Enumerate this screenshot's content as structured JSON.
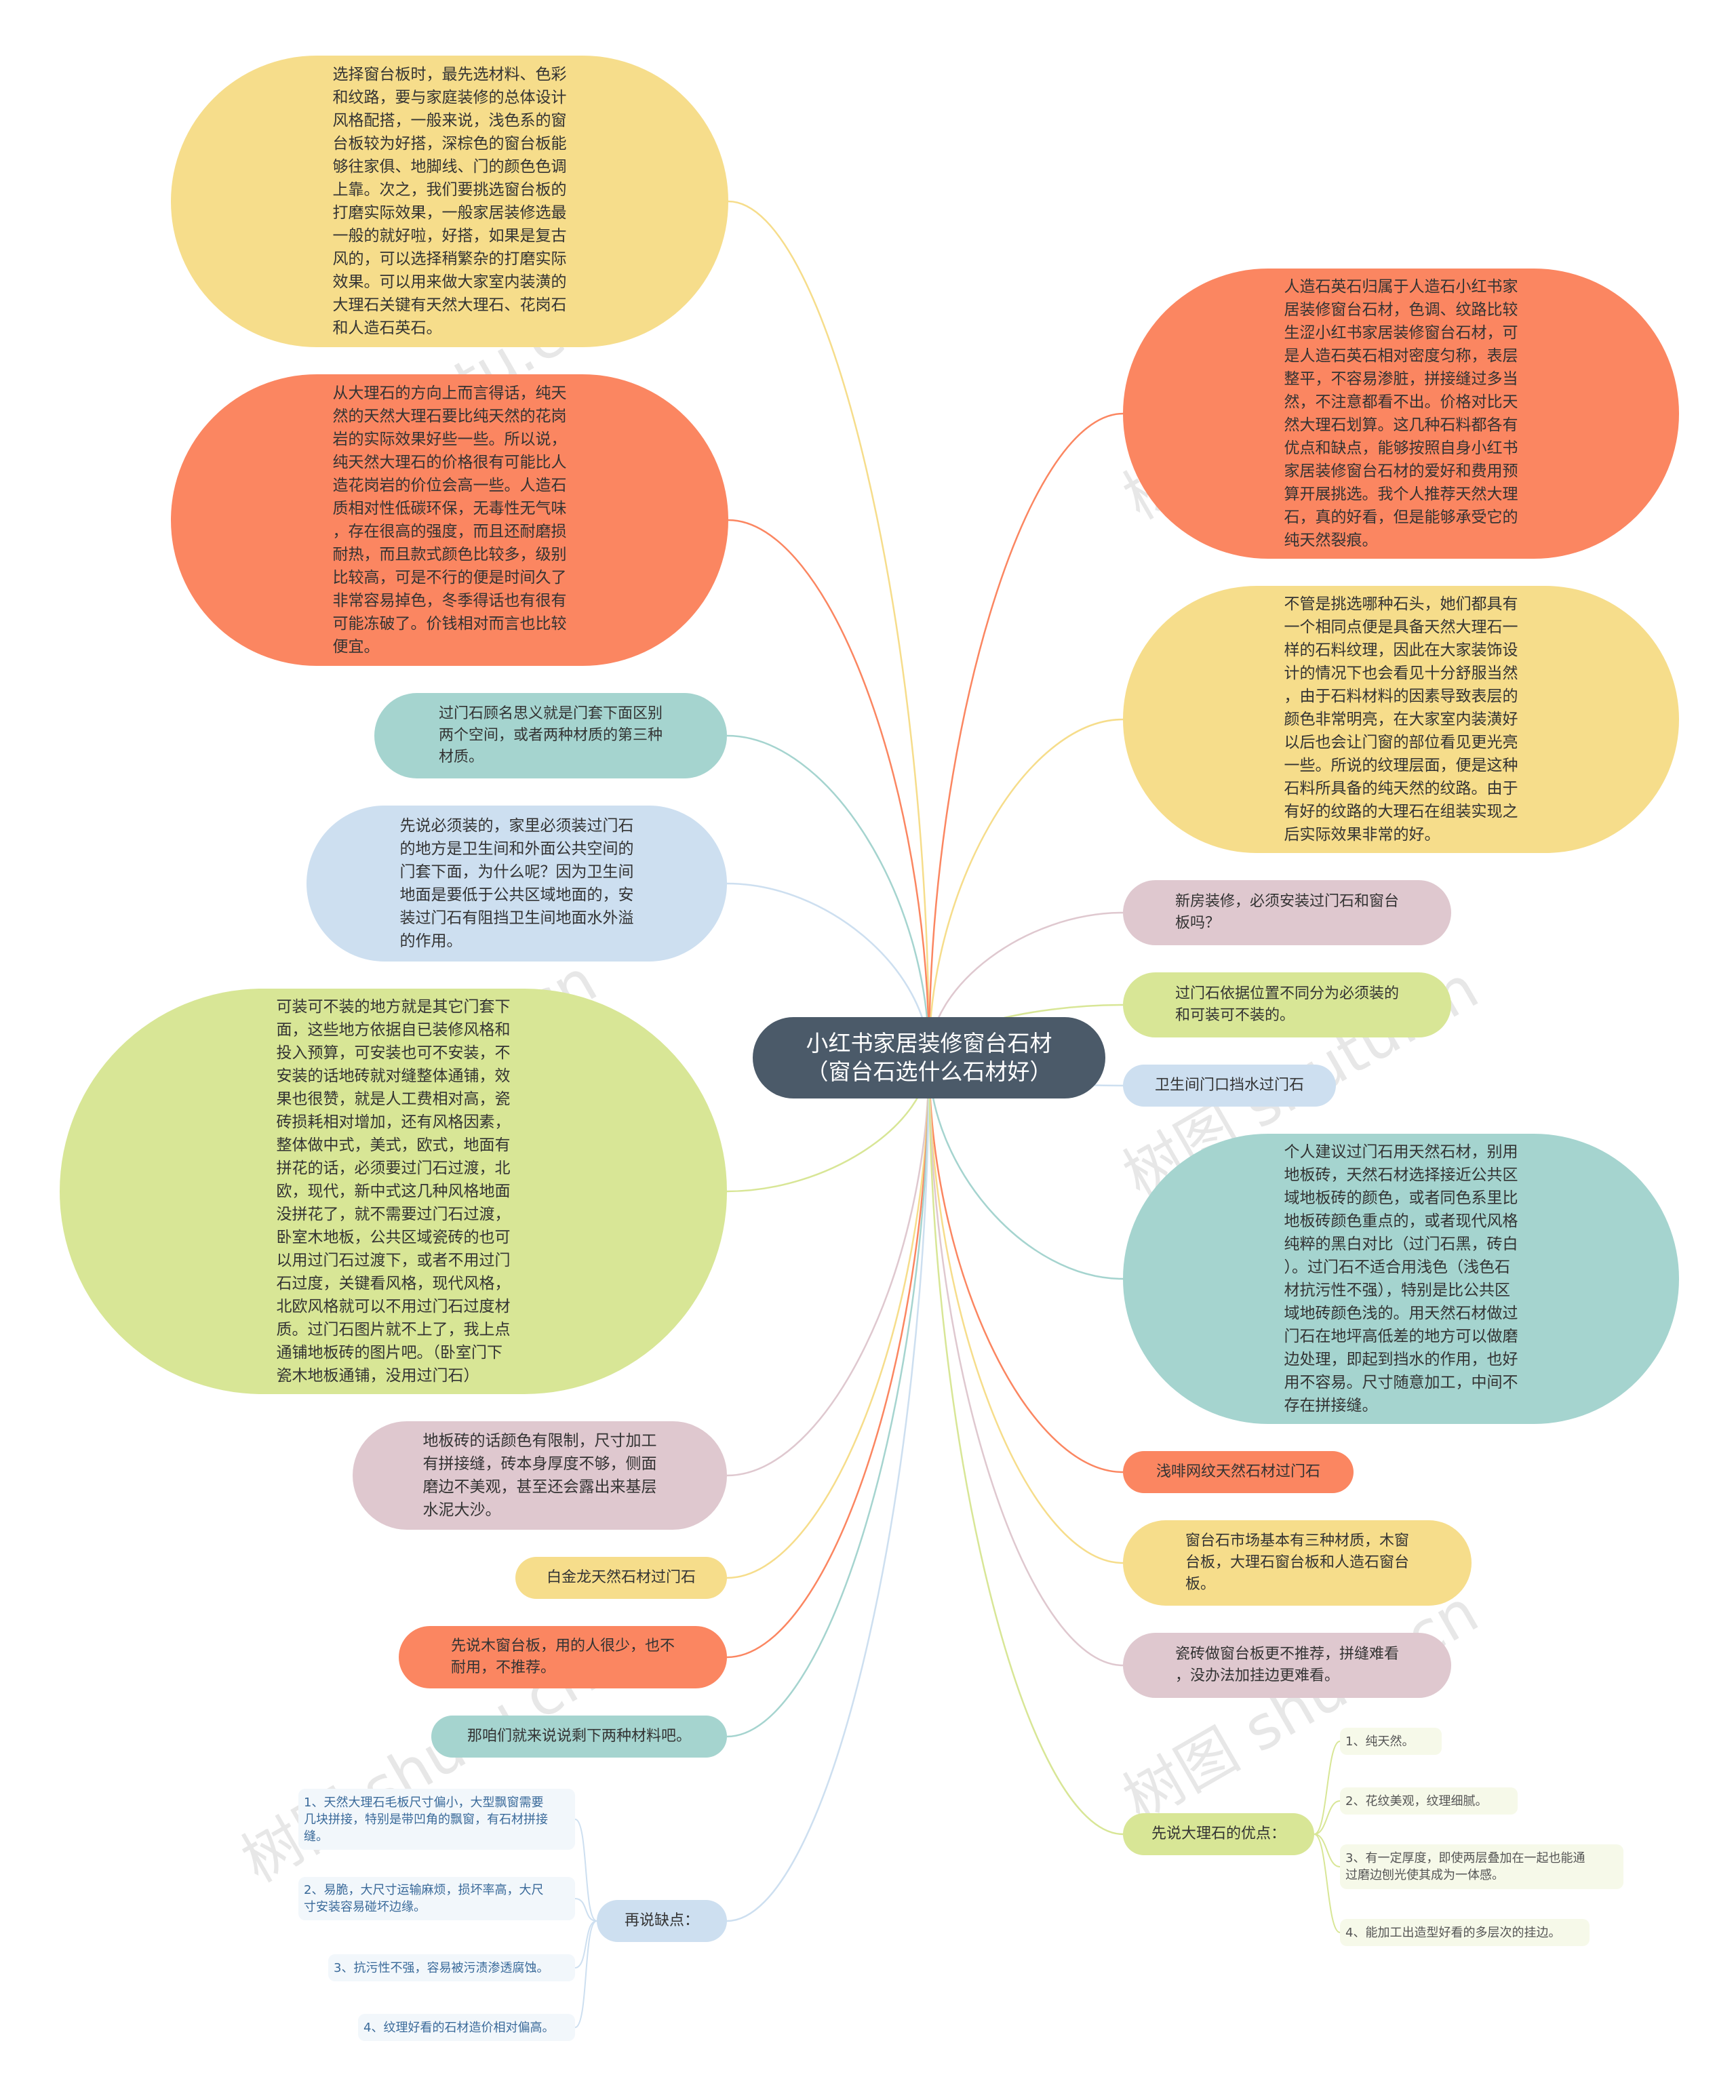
{
  "center": {
    "title": "小红书家居装修窗台石材\n（窗台石选什么石材好）",
    "color": "#4b5a69"
  },
  "left": [
    {
      "id": "L1",
      "text": "选择窗台板时，最先选材料、色彩\n和纹路，要与家庭装修的总体设计\n风格配搭，一般来说，浅色系的窗\n台板较为好搭，深棕色的窗台板能\n够往家俱、地脚线、门的颜色色调\n上靠。次之，我们要挑选窗台板的\n打磨实际效果，一般家居装修选最\n一般的就好啦，好搭，如果是复古\n风的，可以选择稍繁杂的打磨实际\n效果。可以用来做大家室内装潢的\n大理石关键有天然大理石、花岗石\n和人造石英石。",
      "color": "#f6dd8b"
    },
    {
      "id": "L2",
      "text": "从大理石的方向上而言得话，纯天\n然的天然大理石要比纯天然的花岗\n岩的实际效果好些一些。所以说，\n纯天然大理石的价格很有可能比人\n造花岗岩的价位会高一些。人造石\n质相对性低碳环保，无毒性无气味\n，存在很高的强度，而且还耐磨损\n耐热，而且款式颜色比较多，级别\n比较高，可是不行的便是时间久了\n非常容易掉色，冬季得话也有很有\n可能冻破了。价钱相对而言也比较\n便宜。",
      "color": "#fb8661"
    },
    {
      "id": "L3",
      "text": "过门石顾名思义就是门套下面区别\n两个空间，或者两种材质的第三种\n材质。",
      "color": "#a5d4cf"
    },
    {
      "id": "L4",
      "text": "先说必须装的，家里必须装过门石\n的地方是卫生间和外面公共空间的\n门套下面，为什么呢？因为卫生间\n地面是要低于公共区域地面的，安\n装过门石有阻挡卫生间地面水外溢\n的作用。",
      "color": "#cddff0"
    },
    {
      "id": "L5",
      "text": "可装可不装的地方就是其它门套下\n面，这些地方依据自已装修风格和\n投入预算，可安装也可不安装，不\n安装的话地砖就对缝整体通铺，效\n果也很赞，就是人工费相对高，瓷\n砖损耗相对增加，还有风格因素，\n整体做中式，美式，欧式，地面有\n拼花的话，必须要过门石过渡，北\n欧，现代，新中式这几种风格地面\n没拼花了，就不需要过门石过渡，\n卧室木地板，公共区域瓷砖的也可\n以用过门石过渡下，或者不用过门\n石过度，关键看风格，现代风格，\n北欧风格就可以不用过门石过度材\n质。过门石图片就不上了，我上点\n通铺地板砖的图片吧。（卧室门下\n瓷木地板通铺，没用过门石）",
      "color": "#d8e696"
    },
    {
      "id": "L6",
      "text": "地板砖的话颜色有限制，尺寸加工\n有拼接缝，砖本身厚度不够，侧面\n磨边不美观，甚至还会露出来基层\n水泥大沙。",
      "color": "#dfc8cf"
    },
    {
      "id": "L7",
      "text": "白金龙天然石材过门石",
      "color": "#f6dd8b"
    },
    {
      "id": "L8",
      "text": "先说木窗台板，用的人很少，也不\n耐用，不推荐。",
      "color": "#fb8661"
    },
    {
      "id": "L9",
      "text": "那咱们就来说说剩下两种材料吧。",
      "color": "#a5d4cf"
    },
    {
      "id": "L10",
      "text": "再说缺点：",
      "color": "#cddff0"
    }
  ],
  "right": [
    {
      "id": "R1",
      "text": "人造石英石归属于人造石小红书家\n居装修窗台石材，色调、纹路比较\n生涩小红书家居装修窗台石材，可\n是人造石英石相对密度匀称，表层\n整平，不容易渗脏，拼接缝过多当\n然，不注意都看不出。价格对比天\n然大理石划算。这几种石料都各有\n优点和缺点，能够按照自身小红书\n家居装修窗台石材的爱好和费用预\n算开展挑选。我个人推荐天然大理\n石，真的好看，但是能够承受它的\n纯天然裂痕。",
      "color": "#fb8661"
    },
    {
      "id": "R2",
      "text": "不管是挑选哪种石头，她们都具有\n一个相同点便是具备天然大理石一\n样的石料纹理，因此在大家装饰设\n计的情况下也会看见十分舒服当然\n，由于石料材料的因素导致表层的\n颜色非常明亮，在大家室内装潢好\n以后也会让门窗的部位看见更光亮\n一些。所说的纹理层面，便是这种\n石料所具备的纯天然的纹路。由于\n有好的纹路的大理石在组装实现之\n后实际效果非常的好。",
      "color": "#f6dd8b"
    },
    {
      "id": "R3",
      "text": "新房装修，必须安装过门石和窗台\n板吗？",
      "color": "#dfc8cf"
    },
    {
      "id": "R4",
      "text": "过门石依据位置不同分为必须装的\n和可装可不装的。",
      "color": "#d8e696"
    },
    {
      "id": "R5",
      "text": "卫生间门口挡水过门石",
      "color": "#cddff0"
    },
    {
      "id": "R6",
      "text": "个人建议过门石用天然石材，别用\n地板砖，天然石材选择接近公共区\n域地板砖的颜色，或者同色系里比\n地板砖颜色重点的，或者现代风格\n纯粹的黑白对比（过门石黑，砖白\n）。过门石不适合用浅色（浅色石\n材抗污性不强），特别是比公共区\n域地砖颜色浅的。用天然石材做过\n门石在地坪高低差的地方可以做磨\n边处理，即起到挡水的作用，也好\n用不容易。尺寸随意加工，中间不\n存在拼接缝。",
      "color": "#a5d4cf"
    },
    {
      "id": "R7",
      "text": "浅啡网纹天然石材过门石",
      "color": "#fb8661"
    },
    {
      "id": "R8",
      "text": "窗台石市场基本有三种材质，木窗\n台板，大理石窗台板和人造石窗台\n板。",
      "color": "#f6dd8b"
    },
    {
      "id": "R9",
      "text": "瓷砖做窗台板更不推荐，拼缝难看\n，没办法加挂边更难看。",
      "color": "#dfc8cf"
    },
    {
      "id": "R10",
      "text": "先说大理石的优点：",
      "color": "#d8e696"
    }
  ],
  "cons": [
    "1、天然大理石毛板尺寸偏小，大型飘窗需要\n几块拼接，特别是带凹角的飘窗，有石材拼接\n缝。",
    "2、易脆，大尺寸运输麻烦，损坏率高，大尺\n寸安装容易碰坏边缘。",
    "3、抗污性不强，容易被污渍渗透腐蚀。",
    "4、纹理好看的石材造价相对偏高。"
  ],
  "pros": [
    "1、纯天然。",
    "2、花纹美观，纹理细腻。",
    "3、有一定厚度，即使两层叠加在一起也能通\n过磨边刨光使其成为一体感。",
    "4、能加工出造型好看的多层次的挂边。"
  ],
  "watermark": "树图 shutu.cn"
}
